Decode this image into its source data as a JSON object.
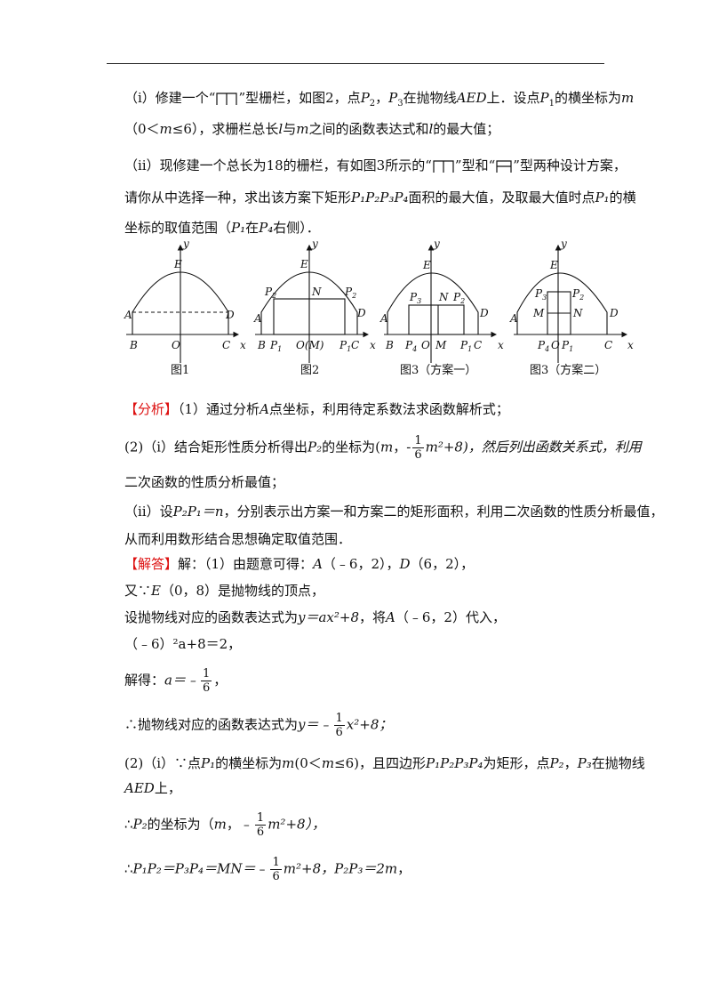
{
  "q_i_1": "（ⅰ）修建一个“",
  "q_i_2": "”型栅栏，如图2，点",
  "q_i_P2": "P",
  "q_i_3": "，",
  "q_i_P3": "P",
  "q_i_4": "在抛物线",
  "q_i_AED": "AED",
  "q_i_5": "上．设点",
  "q_i_P1": "P",
  "q_i_6": "的横坐标为",
  "q_i_m": "m",
  "q_i2_1": "（0＜",
  "q_i2_m": "m",
  "q_i2_2": "≤6），求栅栏总长",
  "q_i2_l": "l",
  "q_i2_3": "与",
  "q_i2_m2": "m",
  "q_i2_4": "之间的函数表达式和",
  "q_i2_l2": "l",
  "q_i2_5": "的最大值；",
  "q_ii_1": "（ⅱ）现修建一个总长为18的栅栏，有如图3所示的“",
  "q_ii_2": "”型和“",
  "q_ii_3": "”型两种设计方案，",
  "q_ii2_1": "请你从中选择一种，求出该方案下矩形",
  "q_ii2_rect": "P₁P₂P₃P₄",
  "q_ii2_2": "面积的最大值，及取最大值时点",
  "q_ii2_P1": "P₁",
  "q_ii2_3": "的横",
  "q_ii3_1": "坐标的取值范围（",
  "q_ii3_P1": "P₁",
  "q_ii3_2": "在",
  "q_ii3_P4": "P₄",
  "q_ii3_3": "右侧）．",
  "figures": {
    "f1_caption": "图1",
    "f2_caption": "图2",
    "f3_caption": "图3（方案一）",
    "f4_caption": "图3（方案二）",
    "lbl_y": "y",
    "lbl_x": "x",
    "lbl_E": "E",
    "lbl_A": "A",
    "lbl_D": "D",
    "lbl_B": "B",
    "lbl_C": "C",
    "lbl_O": "O",
    "lbl_N": "N",
    "lbl_M": "M",
    "lbl_P": "P",
    "lbl_OM": "O(M)",
    "sub1": "1",
    "sub2": "2",
    "sub3": "3",
    "sub4": "4"
  },
  "analysis_tag": "【分析】",
  "analysis_1a": "（1）通过分析",
  "analysis_1A": "A",
  "analysis_1b": "点坐标，利用待定系数法求函数解析式；",
  "analysis_2a": "(2)（ⅰ）结合矩形性质分析得出",
  "analysis_2P": "P₂",
  "analysis_2b": "的坐标为(",
  "analysis_2m": "m",
  "analysis_2c": "，-",
  "frac_num": "1",
  "frac_den": "6",
  "analysis_2d": "m²+8)，然后列出函数关系式，利用",
  "analysis_3": "二次函数的性质分析最值；",
  "analysis_4a": "（ⅱ）设",
  "analysis_4b": "P₂P₁＝n",
  "analysis_4c": "，分别表示出方案一和方案二的矩形面积，利用二次函数的性质分析最值，",
  "analysis_5": "从而利用数形结合思想确定取值范围．",
  "solution_tag": "【解答】",
  "sol_1a": "解：（1）由题意可得：",
  "sol_1A": "A",
  "sol_1b": "（﹣6，2），",
  "sol_1D": "D",
  "sol_1c": "（6，2），",
  "sol_2a": "又∵",
  "sol_2E": "E",
  "sol_2b": "（0，8）是抛物线的顶点，",
  "sol_3a": "设抛物线对应的函数表达式为",
  "sol_3b": "y＝ax²+8",
  "sol_3c": "，将",
  "sol_3A": "A",
  "sol_3d": "（﹣6，2）代入，",
  "sol_4": "（﹣6）²a+8＝2，",
  "sol_5a": "解得：",
  "sol_5b": "a＝﹣",
  "sol_6a": "∴抛物线对应的函数表达式为",
  "sol_6b": "y＝﹣",
  "sol_6c": "x²+8；",
  "sol_7a": "(2)（ⅰ）∵点",
  "sol_7P1": "P₁",
  "sol_7b": "的横坐标为",
  "sol_7m": "m",
  "sol_7c": "(0＜",
  "sol_7m2": "m",
  "sol_7d": "≤6)，且四边形",
  "sol_7rect": "P₁P₂P₃P₄",
  "sol_7e": "为矩形，点",
  "sol_7P2": "P₂",
  "sol_7f": "，",
  "sol_7P3": "P₃",
  "sol_7g": "在抛物线",
  "sol_8a": "AED",
  "sol_8b": "上，",
  "sol_9a": "∴",
  "sol_9P2": "P₂",
  "sol_9b": "的坐标为（",
  "sol_9m": "m",
  "sol_9c": "，﹣",
  "sol_9d": "m²+8），",
  "sol_10a": "∴",
  "sol_10b": "P₁P₂＝P₃P₄＝MN＝",
  "sol_10c": "﹣",
  "sol_10d": "m²+8，",
  "sol_10e": "P₂P₃＝2m",
  "sol_10f": "，"
}
